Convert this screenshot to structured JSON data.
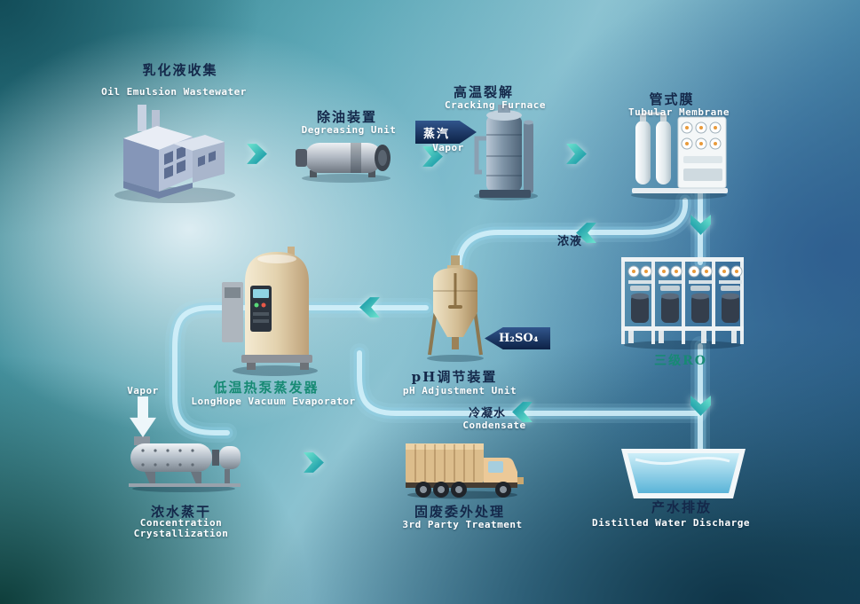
{
  "colors": {
    "label_dark": "#14284a",
    "label_teal": "#178a74",
    "label_en": "#ffffff",
    "pipe": "#d6f2fb",
    "chevron_light": "#6fe6d0",
    "chevron_dark": "#0c8ea0",
    "flow_arrow_dark": "#0d2246"
  },
  "stations": {
    "collection": {
      "cn": "乳化液收集",
      "en": "Oil Emulsion Wastewater"
    },
    "degreasing": {
      "cn": "除油装置",
      "en": "Degreasing Unit"
    },
    "cracking": {
      "cn": "高温裂解",
      "en": "Cracking Furnace"
    },
    "membrane": {
      "cn": "管式膜",
      "en": "Tubular Membrane"
    },
    "ro": {
      "cn": "三级RO"
    },
    "ph": {
      "cn": "pH调节装置",
      "en": "pH Adjustment Unit"
    },
    "evaporator": {
      "cn": "低温热泵蒸发器",
      "en": "LongHope Vacuum Evaporator"
    },
    "dryer": {
      "cn": "浓水蒸干",
      "en_line1": "Concentration",
      "en_line2": "Crystallization"
    },
    "truck": {
      "cn": "固废委外处理",
      "en": "3rd Party Treatment"
    },
    "pool": {
      "cn": "产水排放",
      "en": "Distilled Water Discharge"
    }
  },
  "flows": {
    "steam": {
      "cn": "蒸汽",
      "en": "Vapor"
    },
    "concentrate": {
      "cn": "浓液"
    },
    "h2so4": {
      "label": "H₂SO₄"
    },
    "vapor_dryer": {
      "en": "Vapor"
    },
    "condensate": {
      "cn": "冷凝水",
      "en": "Condensate"
    }
  }
}
